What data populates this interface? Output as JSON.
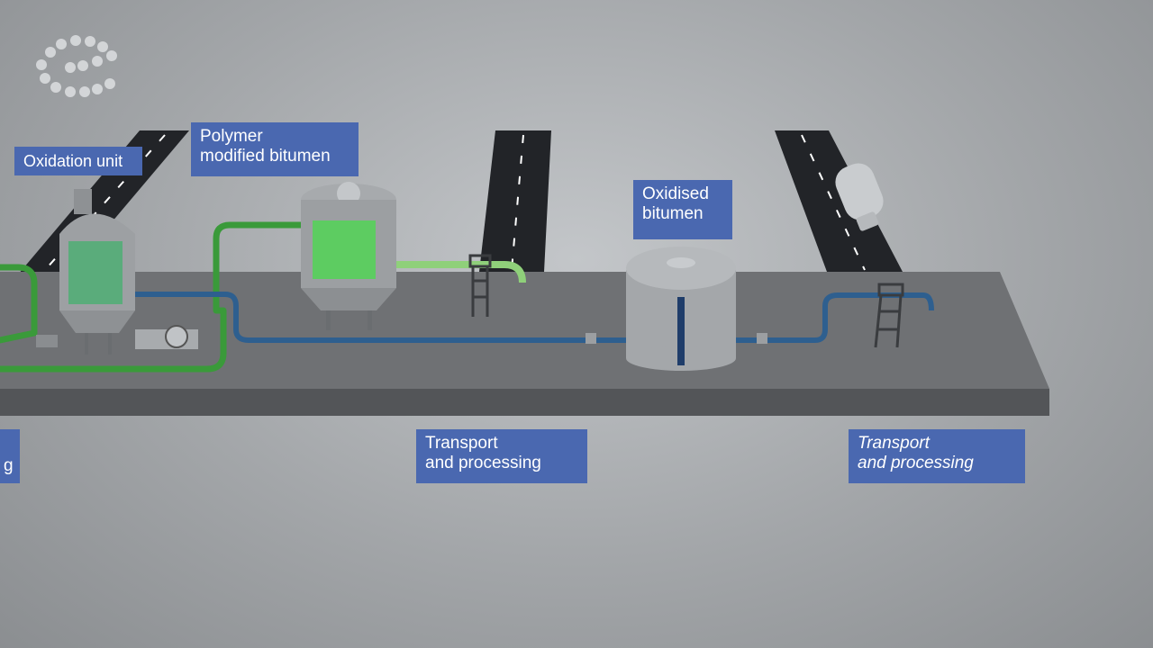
{
  "labels": {
    "oxidation_unit": "Oxidation unit",
    "polymer_modified_bitumen": "Polymer\nmodified bitumen",
    "oxidised_bitumen": "Oxidised\nbitumen",
    "transport_processing_1": "Transport\nand processing",
    "transport_processing_2": "Transport\nand processing",
    "left_partial": "g"
  },
  "colors": {
    "label_bg": "#4a68b0",
    "slab": "#6e7073",
    "green_pipe": "#3a9a3a",
    "blue_pipe": "#2e5f8f",
    "road": "#222428"
  },
  "icons": [
    "logo-dots-icon",
    "tanker-truck-icon"
  ]
}
